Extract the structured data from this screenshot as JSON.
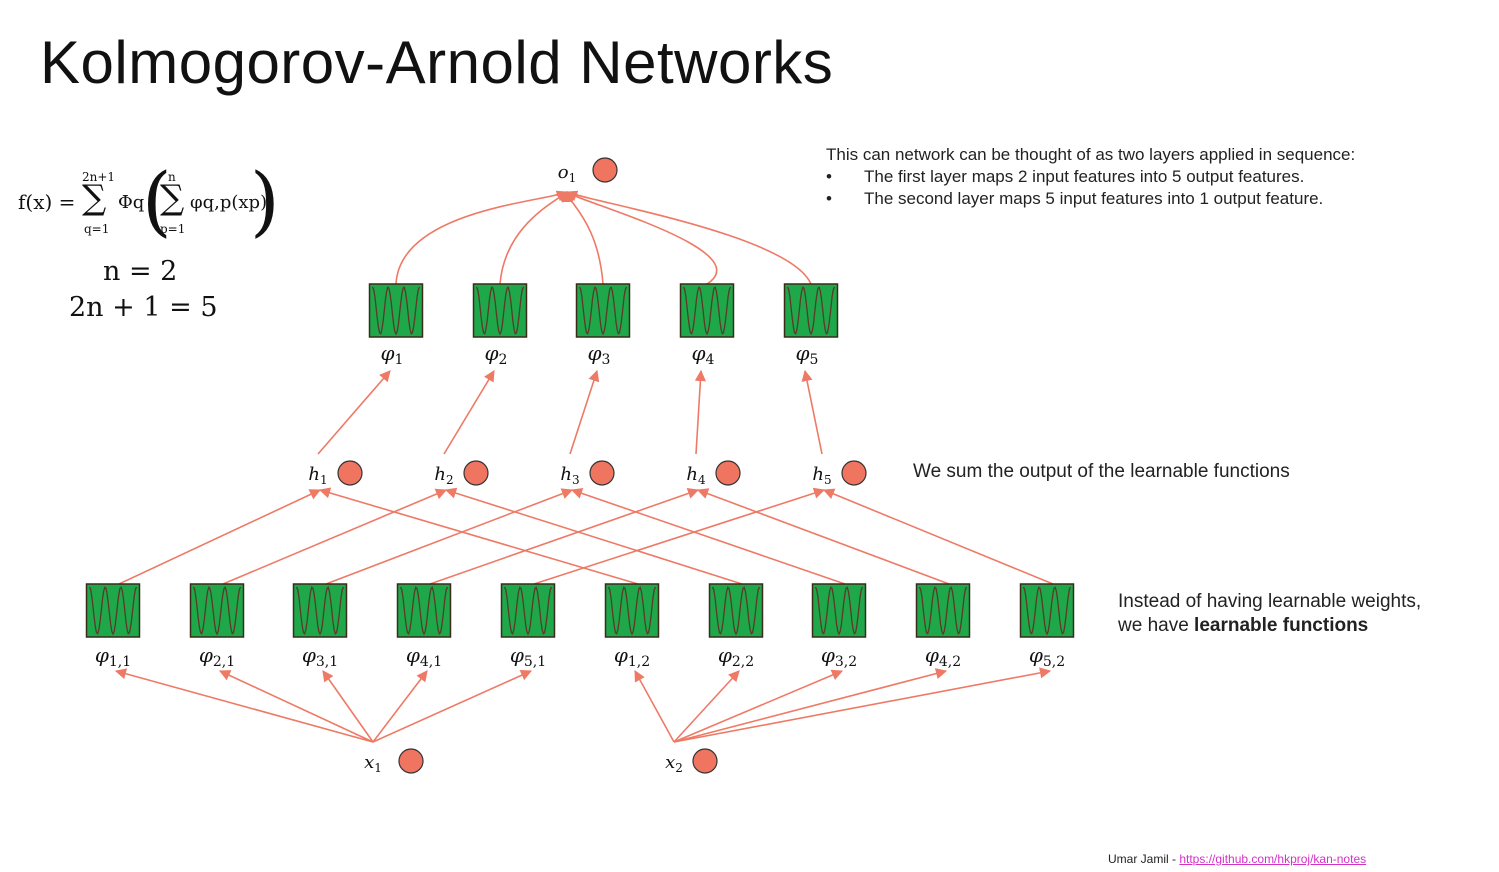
{
  "title": "Kolmogorov-Arnold Networks",
  "formula": {
    "lhs": "f(x) =",
    "outer_sum_top": "2n+1",
    "outer_sum_bottom": "q=1",
    "outer_fn": "Φq",
    "inner_sum_top": "n",
    "inner_sum_bottom": "p=1",
    "inner_fn": "φq,p(xp)"
  },
  "equations": [
    "n = 2",
    "2n + 1 = 5"
  ],
  "description": {
    "intro": "This can network can be thought of as two layers applied in sequence:",
    "bullets": [
      "The first layer maps 2 input features into 5 output features.",
      "The second layer maps 5 input features into 1 output feature."
    ]
  },
  "sum_note": "We sum the output of the learnable functions",
  "learnable_note": {
    "line1": "Instead of having learnable weights,",
    "line2_prefix": "we have ",
    "line2_bold": "learnable functions"
  },
  "diagram": {
    "colors": {
      "node": "#ef7560",
      "edge": "#ee7a66",
      "box": "#1ea84a",
      "wave": "#5a3a2a"
    },
    "output_node": {
      "base": "o",
      "sub": "1"
    },
    "outer_functions": [
      {
        "base": "φ",
        "sub": "1"
      },
      {
        "base": "φ",
        "sub": "2"
      },
      {
        "base": "φ",
        "sub": "3"
      },
      {
        "base": "φ",
        "sub": "4"
      },
      {
        "base": "φ",
        "sub": "5"
      }
    ],
    "hidden_nodes": [
      {
        "base": "h",
        "sub": "1"
      },
      {
        "base": "h",
        "sub": "2"
      },
      {
        "base": "h",
        "sub": "3"
      },
      {
        "base": "h",
        "sub": "4"
      },
      {
        "base": "h",
        "sub": "5"
      }
    ],
    "inner_functions": [
      {
        "base": "φ",
        "sub": "1,1"
      },
      {
        "base": "φ",
        "sub": "2,1"
      },
      {
        "base": "φ",
        "sub": "3,1"
      },
      {
        "base": "φ",
        "sub": "4,1"
      },
      {
        "base": "φ",
        "sub": "5,1"
      },
      {
        "base": "φ",
        "sub": "1,2"
      },
      {
        "base": "φ",
        "sub": "2,2"
      },
      {
        "base": "φ",
        "sub": "3,2"
      },
      {
        "base": "φ",
        "sub": "4,2"
      },
      {
        "base": "φ",
        "sub": "5,2"
      }
    ],
    "input_nodes": [
      {
        "base": "x",
        "sub": "1"
      },
      {
        "base": "x",
        "sub": "2"
      }
    ]
  },
  "footer": {
    "author": "Umar Jamil - ",
    "link": "https://github.com/hkproj/kan-notes"
  }
}
